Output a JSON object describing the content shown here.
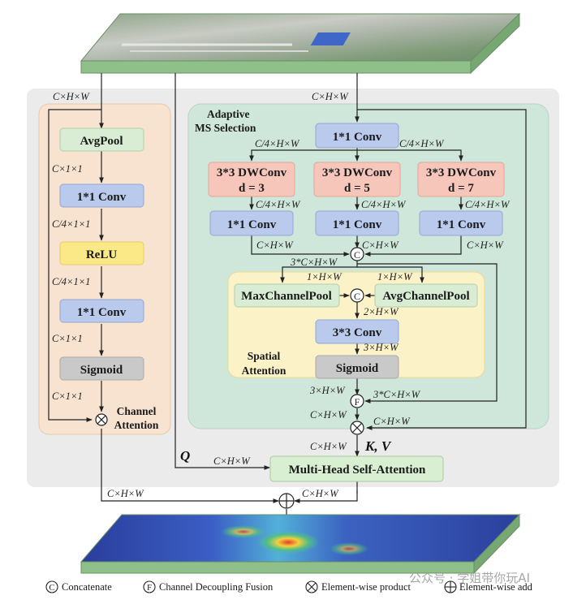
{
  "sections": {
    "channel_attention": "Channel Attention",
    "channel_attention_l1": "Channel",
    "channel_attention_l2": "Attention",
    "adaptive_ms_l1": "Adaptive",
    "adaptive_ms_l2": "MS Selection",
    "spatial_l1": "Spatial",
    "spatial_l2": "Attention"
  },
  "channel_branch": {
    "avgpool": "AvgPool",
    "conv1": "1*1 Conv",
    "relu": "ReLU",
    "conv2": "1*1 Conv",
    "sigmoid": "Sigmoid"
  },
  "ms_branch": {
    "conv_top": "1*1 Conv",
    "dw1": "3*3 DWConv",
    "dw1_d": "d = 3",
    "dw2": "3*3 DWConv",
    "dw2_d": "d = 5",
    "dw3": "3*3 DWConv",
    "dw3_d": "d = 7",
    "conv_a": "1*1 Conv",
    "conv_b": "1*1 Conv",
    "conv_c": "1*1 Conv"
  },
  "spatial_branch": {
    "maxpool": "MaxChannelPool",
    "avgpool": "AvgChannelPool",
    "conv": "3*3 Conv",
    "sigmoid": "Sigmoid"
  },
  "mhsa": "Multi-Head Self-Attention",
  "labels": {
    "q": "Q",
    "kv": "K, V"
  },
  "symbols": {
    "concat": "C",
    "fusion": "F"
  },
  "dims": {
    "cHW": "C×H×W",
    "c11": "C×1×1",
    "c4_11": "C/4×1×1",
    "c4HW": "C/4×H×W",
    "c3HW": "3*C×H×W",
    "oneHW": "1×H×W",
    "twoHW": "2×H×W",
    "threeHW": "3×H×W"
  },
  "legend": {
    "concat": "Concatenate",
    "fusion": "Channel Decoupling Fusion",
    "product": "Element-wise product",
    "add": "Element-wise add"
  },
  "watermark": "公众号 · 学姐带你玩AI",
  "colors": {
    "outer_panel": "#ebebeb",
    "channel_panel": "#f7e3cf",
    "ms_panel": "#cfe6da",
    "spatial_panel": "#fbf2c8",
    "green_box": "#d9ecd4",
    "blue_box": "#b9caec",
    "yellow_box": "#fbe886",
    "gray_box": "#c9c9c9",
    "red_box": "#f7c6ba",
    "mhsa_box": "#d8efd2"
  }
}
